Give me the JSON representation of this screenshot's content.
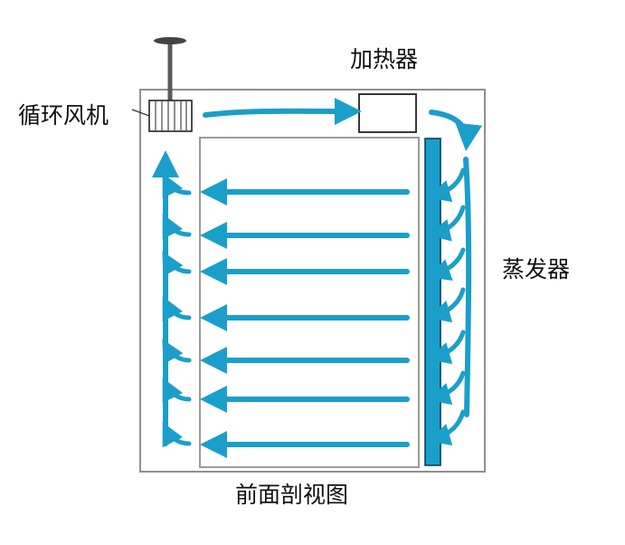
{
  "labels": {
    "fan": "循环风机",
    "heater": "加热器",
    "evaporator": "蒸发器",
    "caption": "前面剖视图"
  },
  "colors": {
    "airflow": "#1a9fca",
    "evaporator_fill": "#1a9fca",
    "evaporator_stroke": "#0d3f5e",
    "outline": "#8f8f8f",
    "component_stroke": "#222222",
    "text": "#111111"
  },
  "icons": {
    "fan": "fan-icon",
    "heater": "heater-icon",
    "evaporator": "evaporator-icon"
  }
}
